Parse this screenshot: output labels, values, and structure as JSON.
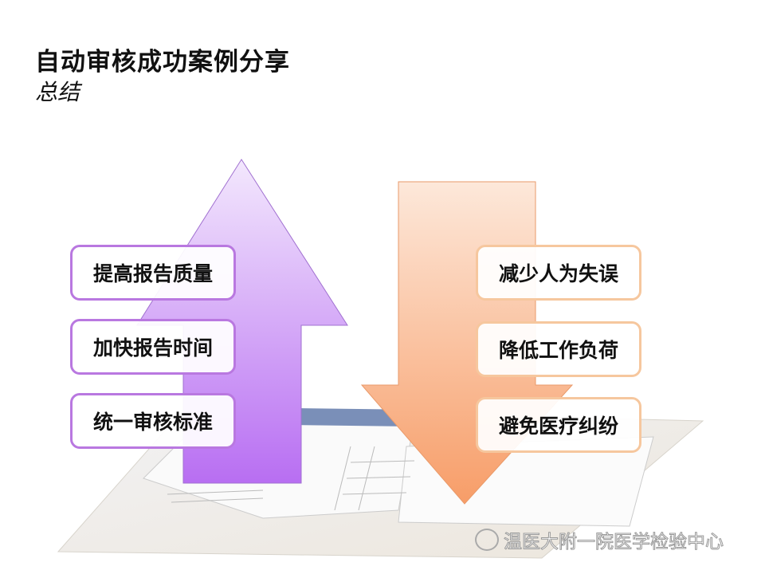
{
  "header": {
    "title": "自动审核成功案例分享",
    "subtitle": "总结"
  },
  "left_items": [
    "提高报告质量",
    "加快报告时间",
    "统一审核标准"
  ],
  "right_items": [
    "减少人为失误",
    "降低工作负荷",
    "避免医疗纠纷"
  ],
  "watermark": "温医大附一院医学检验中心",
  "colors": {
    "up_arrow": "#c07cf2",
    "down_arrow": "#f8a878",
    "left_border": "#b978e0",
    "right_border": "#f6c79e"
  }
}
